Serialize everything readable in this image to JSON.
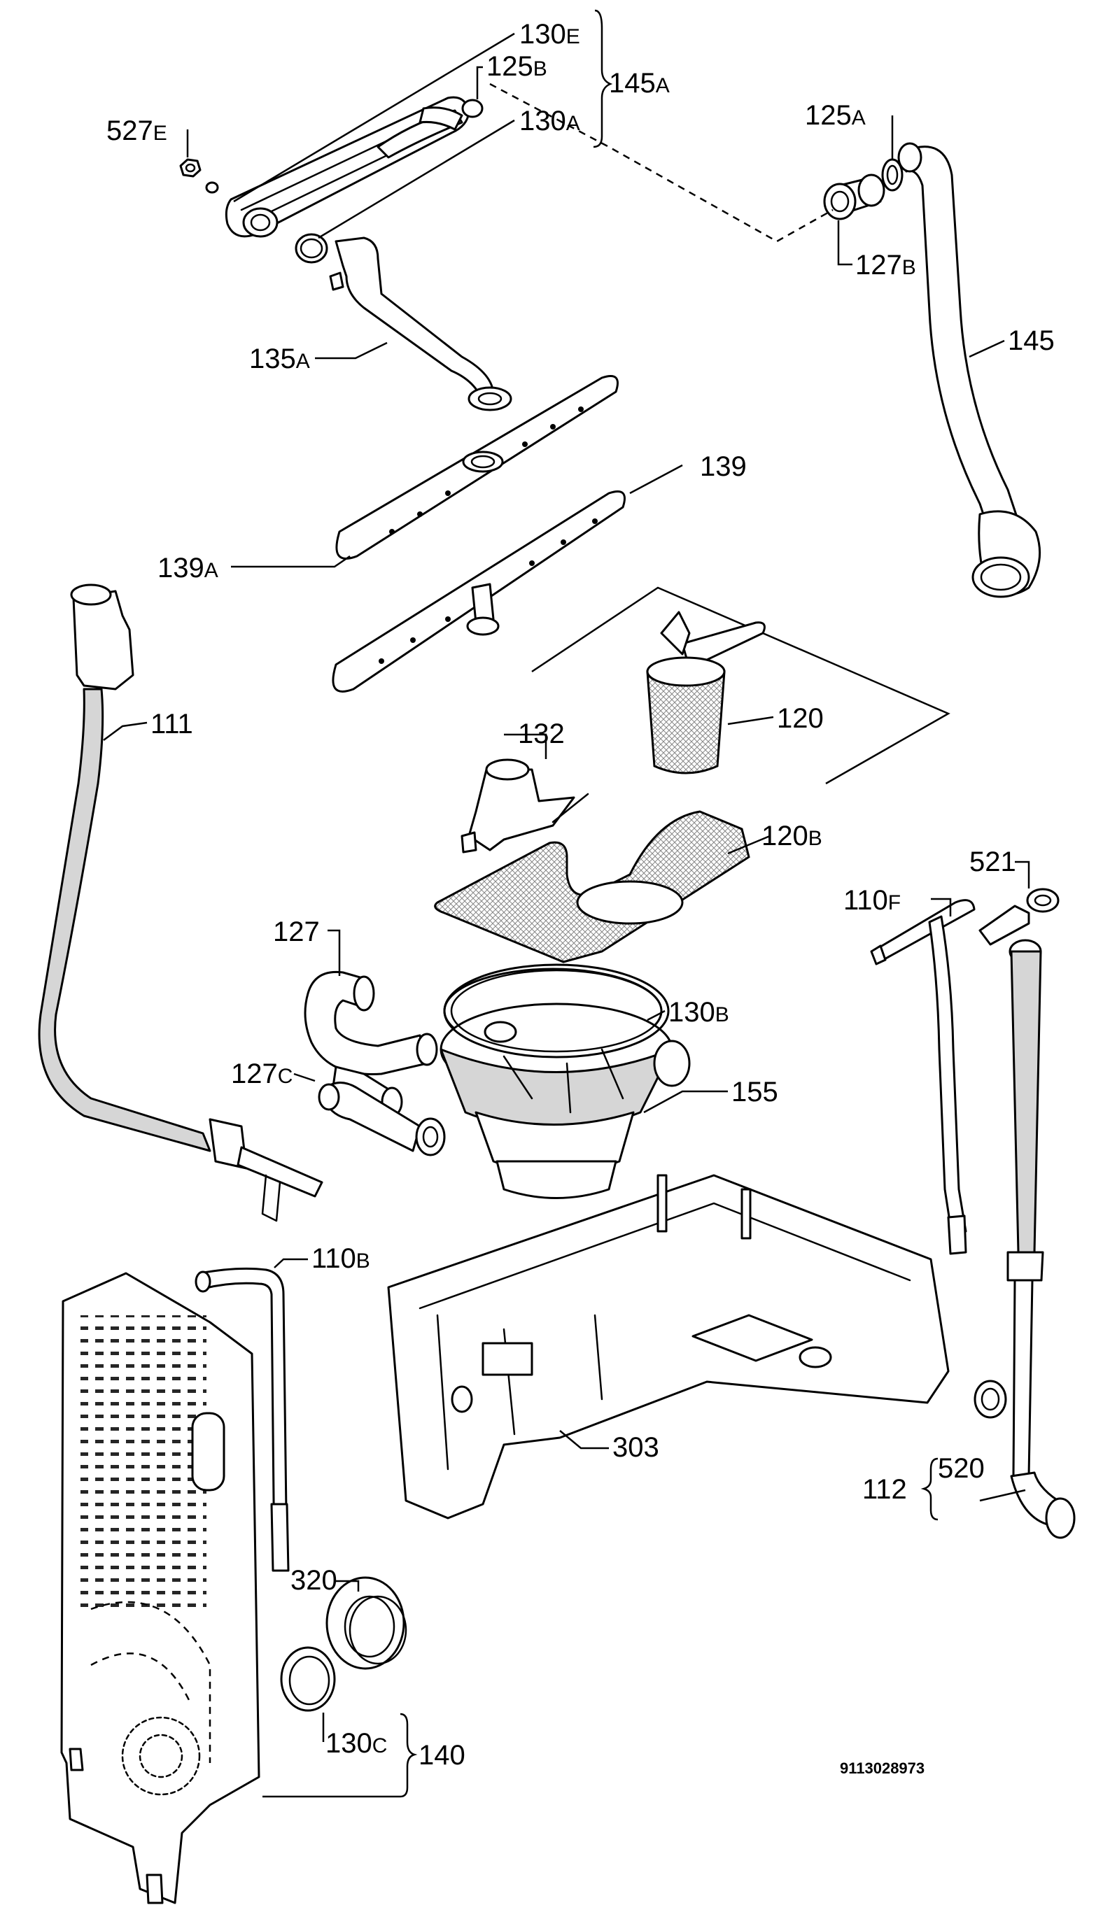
{
  "labels": {
    "l130E": {
      "num": "130",
      "sfx": "E"
    },
    "l125B": {
      "num": "125",
      "sfx": "B"
    },
    "l145A": {
      "num": "145",
      "sfx": "A"
    },
    "l130A": {
      "num": "130",
      "sfx": "A"
    },
    "l527E": {
      "num": "527",
      "sfx": "E"
    },
    "l125A": {
      "num": "125",
      "sfx": "A"
    },
    "l127B": {
      "num": "127",
      "sfx": "B"
    },
    "l145": {
      "num": "145",
      "sfx": ""
    },
    "l135A": {
      "num": "135",
      "sfx": "A"
    },
    "l139": {
      "num": "139",
      "sfx": ""
    },
    "l139A": {
      "num": "139",
      "sfx": "A"
    },
    "l111": {
      "num": "111",
      "sfx": ""
    },
    "l120": {
      "num": "120",
      "sfx": ""
    },
    "l132": {
      "num": "132",
      "sfx": ""
    },
    "l120B": {
      "num": "120",
      "sfx": "B"
    },
    "l110F": {
      "num": "110",
      "sfx": "F"
    },
    "l521": {
      "num": "521",
      "sfx": ""
    },
    "l127": {
      "num": "127",
      "sfx": ""
    },
    "l130B": {
      "num": "130",
      "sfx": "B"
    },
    "l127C": {
      "num": "127",
      "sfx": "C"
    },
    "l155": {
      "num": "155",
      "sfx": ""
    },
    "l110B": {
      "num": "110",
      "sfx": "B"
    },
    "l303": {
      "num": "303",
      "sfx": ""
    },
    "l520": {
      "num": "520",
      "sfx": ""
    },
    "l112": {
      "num": "112",
      "sfx": ""
    },
    "l320": {
      "num": "320",
      "sfx": ""
    },
    "l130C": {
      "num": "130",
      "sfx": "C"
    },
    "l140": {
      "num": "140",
      "sfx": ""
    }
  },
  "drawing_number": "9113028973"
}
